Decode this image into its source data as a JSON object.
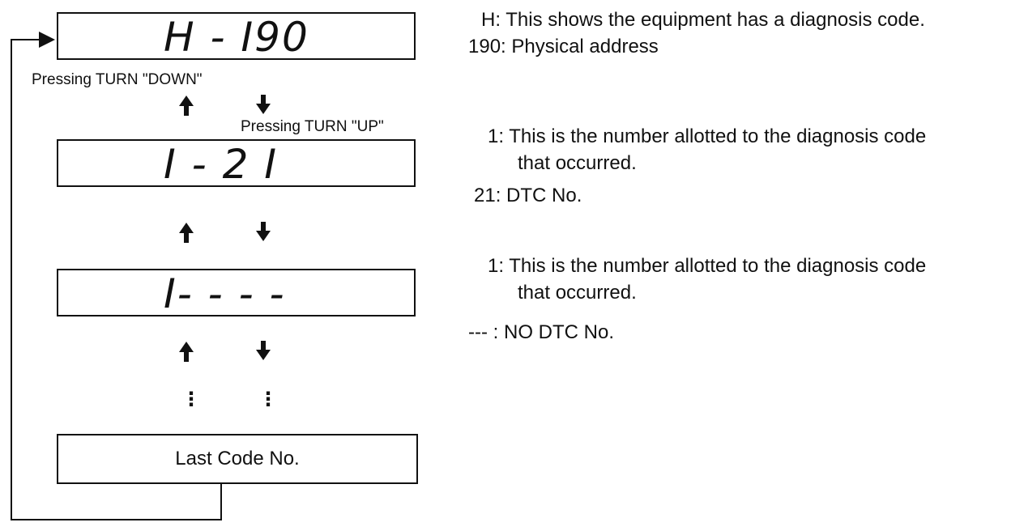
{
  "displays": {
    "display_1": "H - I90",
    "display_2": "I - 2 I",
    "display_3": "I- - - -",
    "last_box_label": "Last Code No."
  },
  "labels": {
    "press_down": "Pressing TURN \"DOWN\"",
    "press_up": "Pressing TURN \"UP\""
  },
  "descriptions": {
    "h_key": "H:",
    "h_text": "This shows the equipment has a diagnosis code.",
    "addr_key": "190:",
    "addr_text": "Physical address",
    "num1_key": "1:",
    "num1_line1": "This is the number allotted to the diagnosis code",
    "num1_line2": "that occurred.",
    "dtc_key": "21:",
    "dtc_text": "DTC No.",
    "num2_key": "1:",
    "num2_line1": "This is the number allotted to the diagnosis code",
    "num2_line2": "that occurred.",
    "nodtc_key": "--- :",
    "nodtc_text": "NO DTC No."
  },
  "dots_symbol": "⋮"
}
